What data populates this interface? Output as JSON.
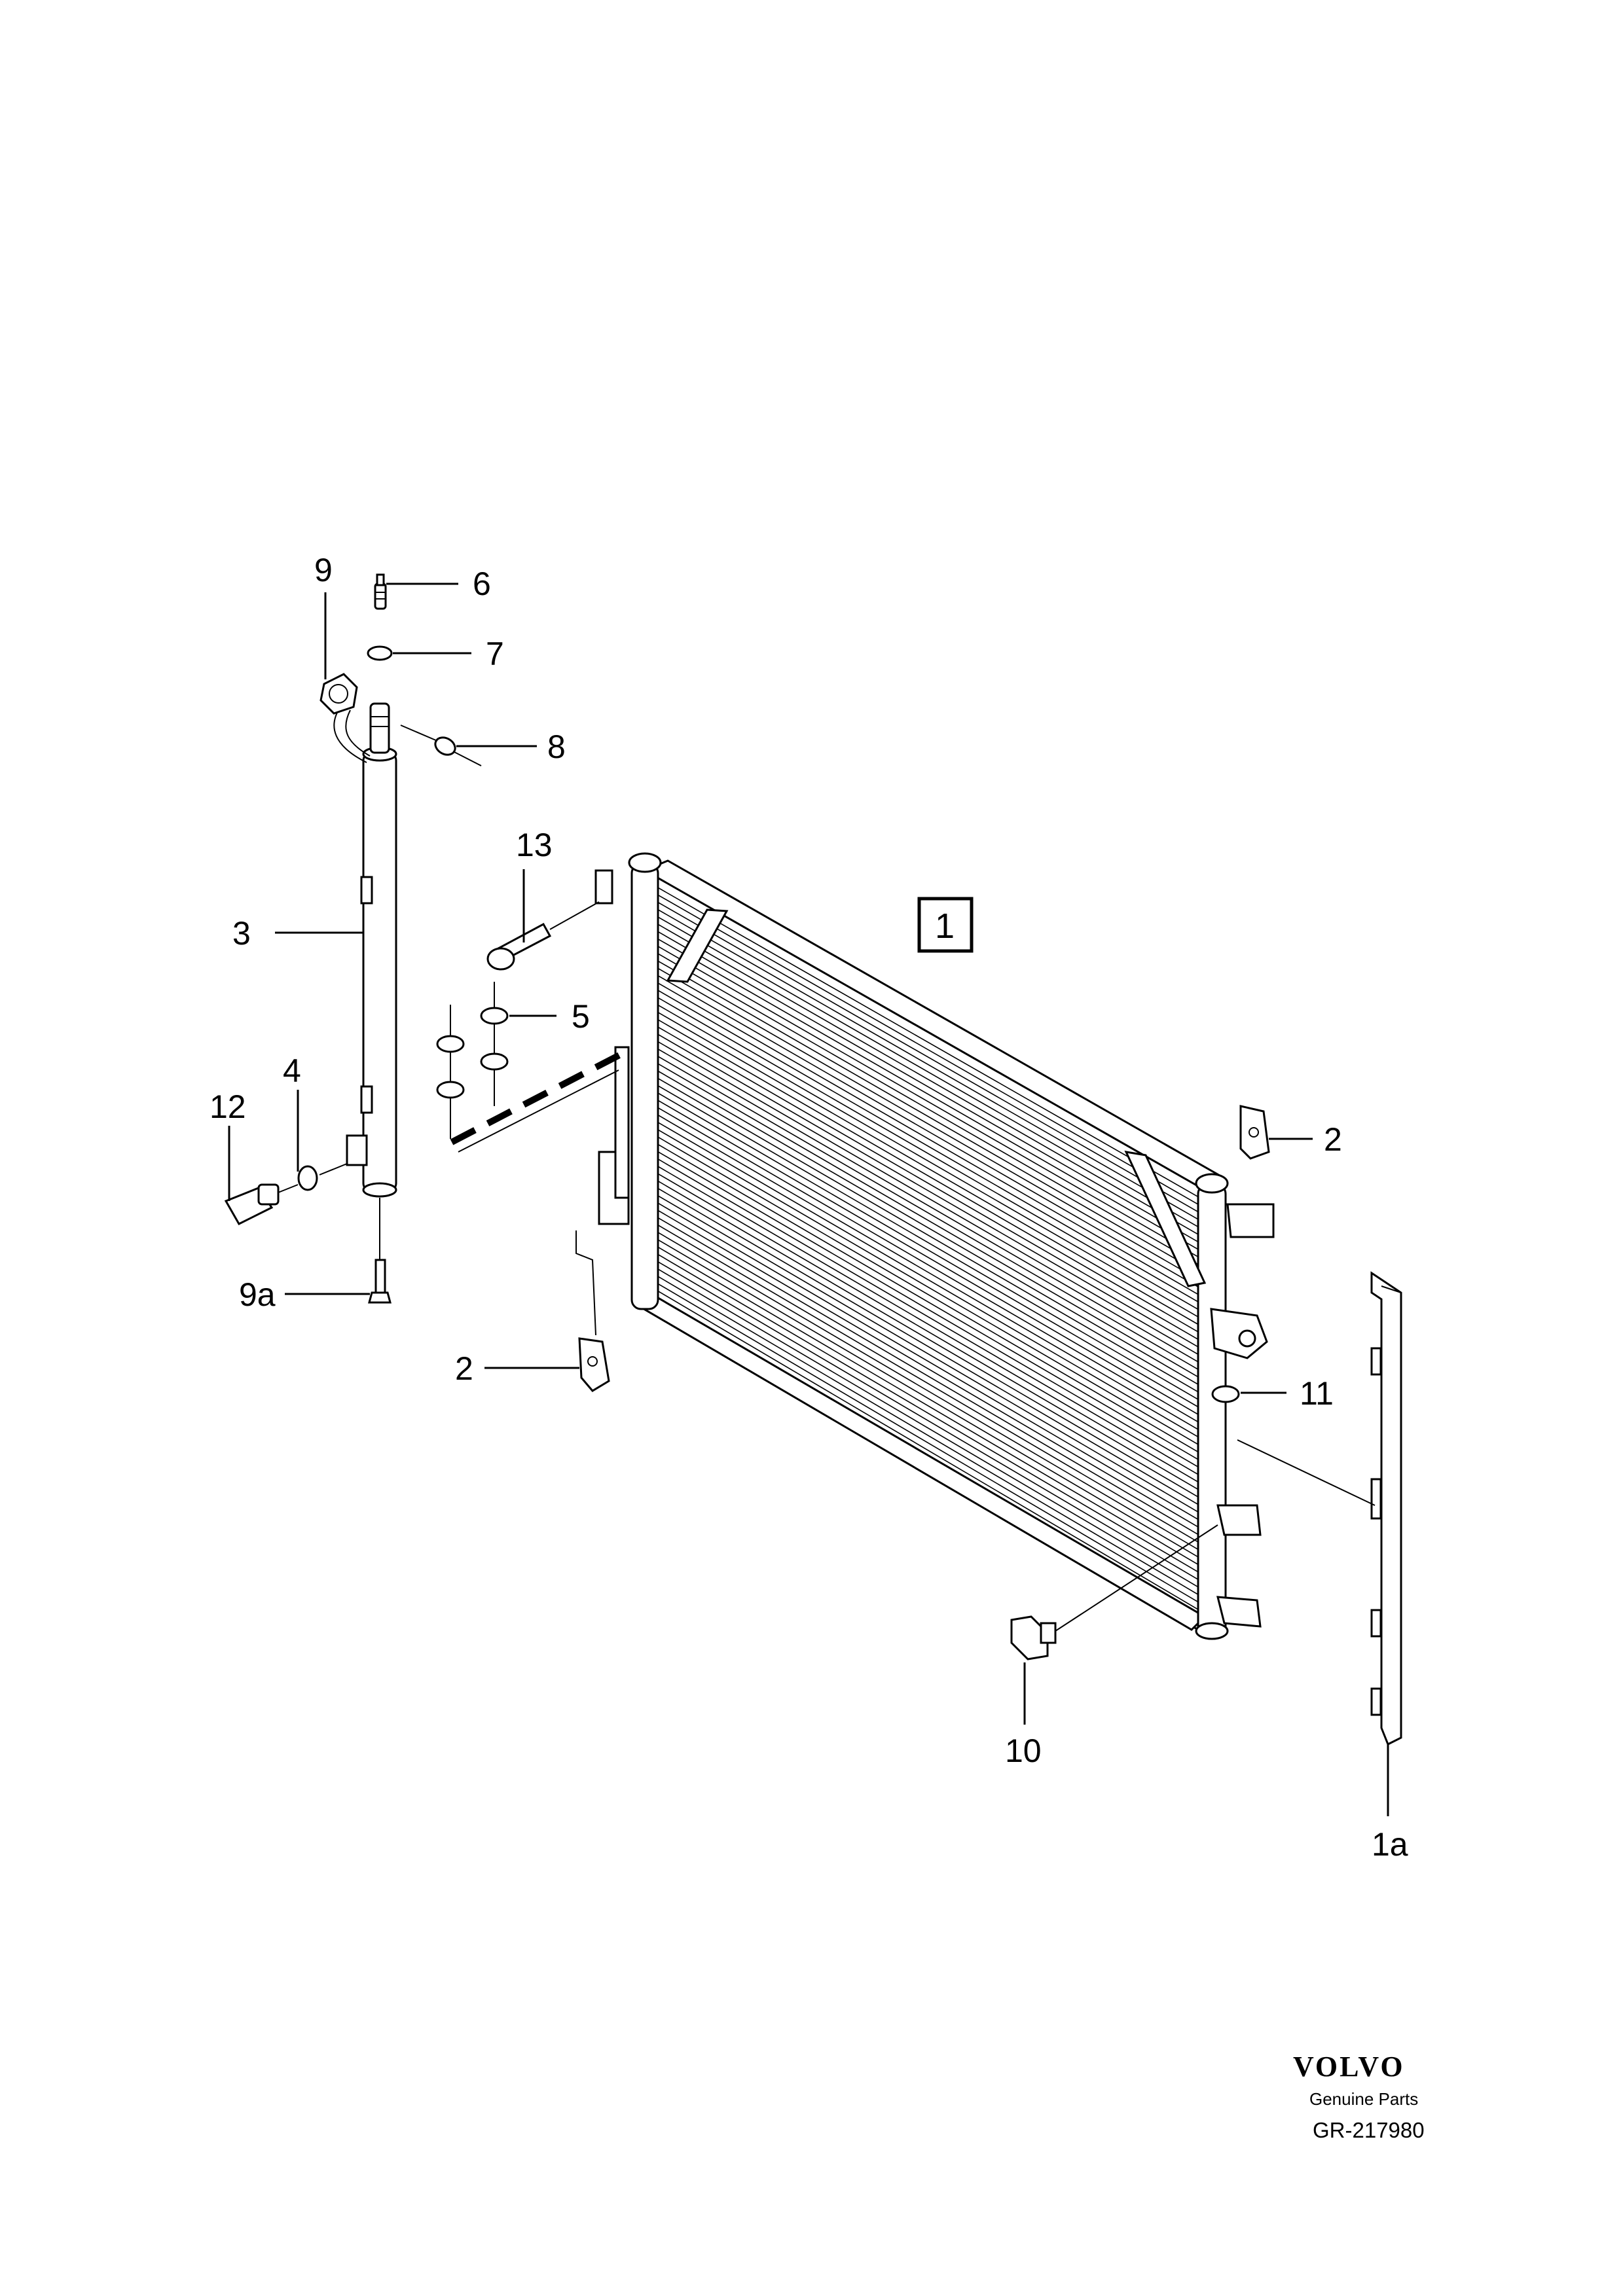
{
  "callouts": {
    "c6": "6",
    "c7": "7",
    "c8": "8",
    "c9": "9",
    "c3": "3",
    "c13": "13",
    "c5": "5",
    "c4": "4",
    "c12": "12",
    "c9a": "9a",
    "c2_left": "2",
    "c2_right": "2",
    "c11": "11",
    "c10": "10",
    "c1a": "1a",
    "c1_boxed": "1"
  },
  "brand": {
    "logo_text": "VOLVO",
    "tagline": "Genuine Parts",
    "diagram_ref": "GR-217980"
  }
}
